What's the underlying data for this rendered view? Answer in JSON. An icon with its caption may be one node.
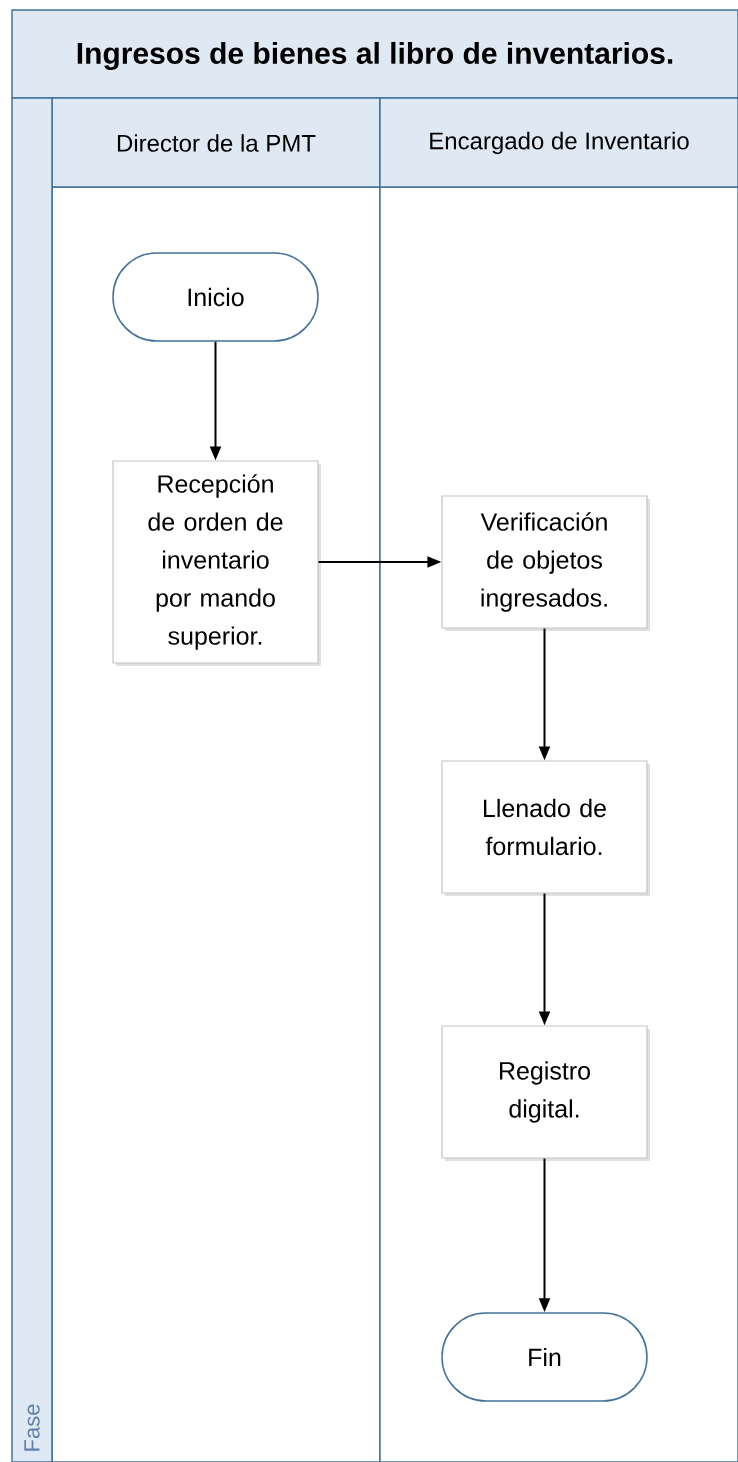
{
  "diagram": {
    "title": "Ingresos de bienes al libro de inventarios.",
    "nodes": [
      {
        "text": [
          "Director de la PMT"
        ]
      },
      {
        "text": [
          "Encargado de Inventario"
        ]
      },
      {
        "text": [
          "Fase"
        ]
      },
      {
        "text": [
          "Inicio"
        ],
        "in": 0
      },
      {
        "text": [
          "Recepción de orden de inventario por mando superior."
        ],
        "in": 0
      },
      {
        "text": [
          "Verificación de objetos ingresados."
        ],
        "in": 1
      },
      {
        "text": [
          "Llenado de formulario."
        ],
        "in": 1
      },
      {
        "text": [
          "Registro digital."
        ],
        "in": 1
      },
      {
        "text": [
          "Fin"
        ],
        "in": 1
      }
    ],
    "edges": [
      {
        "from": 3,
        "to": 4,
        "arrow": "to"
      },
      {
        "from": 4,
        "to": 5,
        "arrow": "to"
      },
      {
        "from": 5,
        "to": 6,
        "arrow": "to"
      },
      {
        "from": 6,
        "to": 7,
        "arrow": "to"
      },
      {
        "from": 7,
        "to": 8,
        "arrow": "to"
      }
    ]
  }
}
